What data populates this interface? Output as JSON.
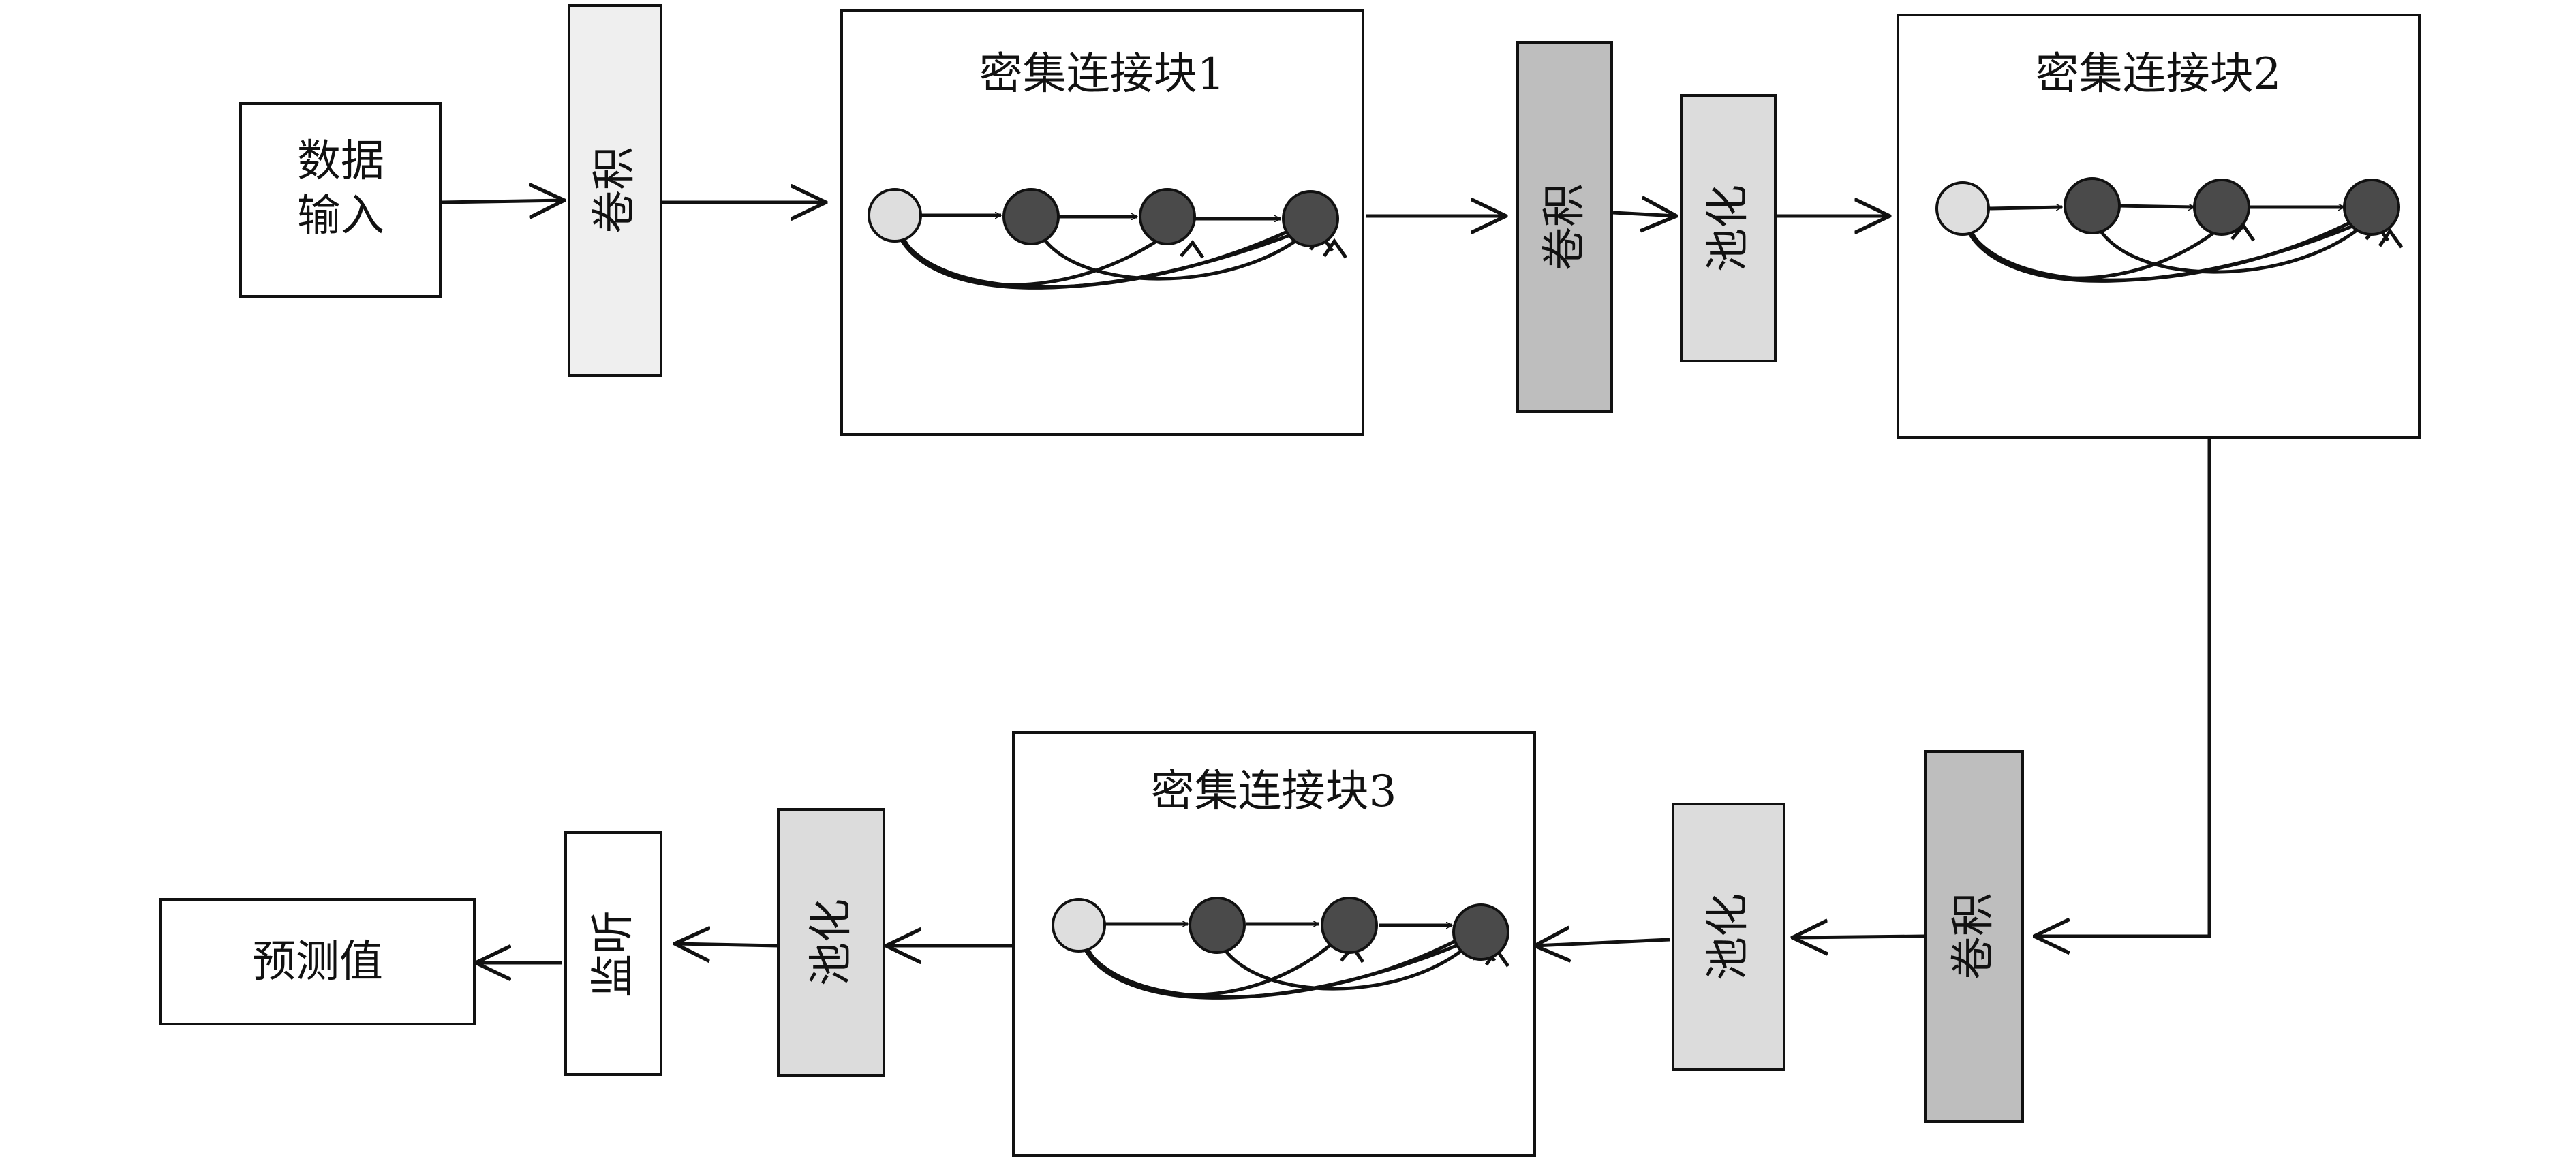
{
  "nodes": {
    "data_input": {
      "line1": "数据",
      "line2": "输入"
    },
    "conv1": {
      "label": "卷积"
    },
    "block1": {
      "title": "密集连接块1"
    },
    "conv2": {
      "label": "卷积"
    },
    "pool1": {
      "label": "池化"
    },
    "block2": {
      "title": "密集连接块2"
    },
    "conv3": {
      "label": "卷积"
    },
    "pool2": {
      "label": "池化"
    },
    "block3": {
      "title": "密集连接块3"
    },
    "pool3": {
      "label": "池化"
    },
    "monitor": {
      "label": "监听"
    },
    "prediction": {
      "label": "预测值"
    }
  },
  "colors": {
    "light_fill": "#efefef",
    "mid_fill": "#dcdcdc",
    "dark_fill": "#bebebe",
    "input_node": "#dedede",
    "dense_node": "#4a4a4a",
    "stroke": "#111111"
  }
}
